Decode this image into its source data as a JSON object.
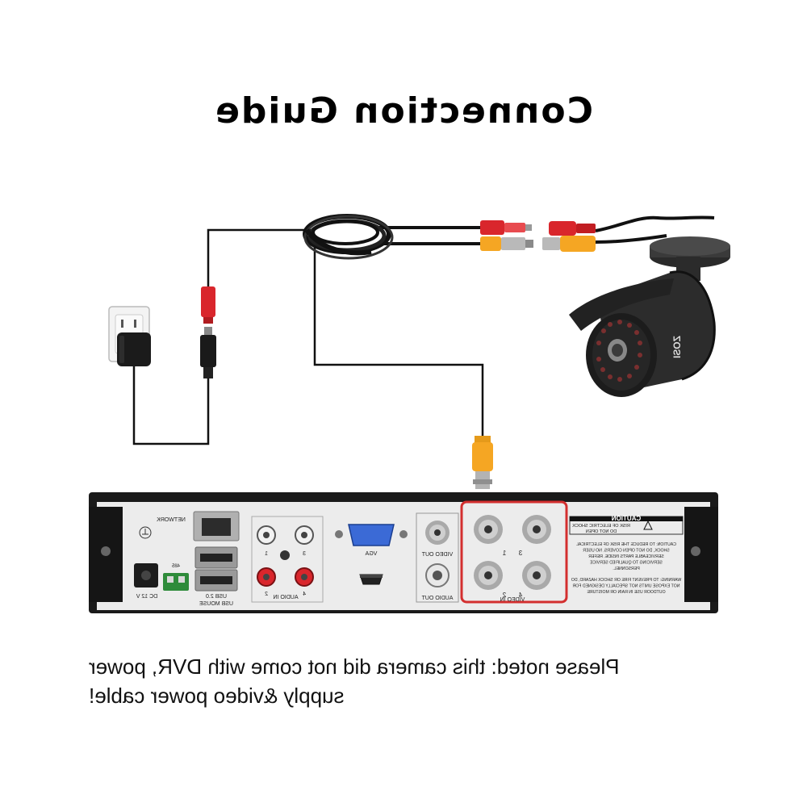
{
  "title": "Connection Guide",
  "note": {
    "line1": "Please noted: this camera did not come with DVR, power",
    "line2": "supply &video power cable!"
  },
  "camera": {
    "brand": "ZOSI"
  },
  "dvr": {
    "network_label": "NETWORK",
    "dc_label": "DC 12 V",
    "rs485_label": "485",
    "usb_label": "USB 2.0",
    "usb_mouse_label": "USB MOUSE",
    "audio_in_label": "AUDIO IN",
    "audio_numbers": [
      "1",
      "2",
      "3",
      "4"
    ],
    "vga_label": "VGA",
    "video_out_label": "VIDEO OUT",
    "audio_out_label": "AUDIO OUT",
    "video_in_label": "VIDEO IN",
    "video_in_numbers": [
      "1",
      "2",
      "3",
      "4"
    ],
    "caution_title": "CAUTION",
    "caution_sub1": "RISK OF ELECTRIC SHOCK",
    "caution_sub2": "DO NOT OPEN",
    "caution_lines": [
      "CAUTION: TO REDUCE THE RISK OF ELECTRICAL",
      "SHOCK, DO NOT OPEN COVERS. NO USER",
      "SERVICEABLE PARTS INSIDE. REFER",
      "SERVICING TO QUALIFIED SERVICE",
      "PERSONNEL."
    ],
    "warning_lines": [
      "WARNING: TO PREVENT FIRE OR SHOCK HAZARD, DO",
      "NOT EXPOSE UNITS NOT SPECIALLY DESIGNED FOR",
      "OUTDOOR USE IN RAIN OR MOISTURE"
    ]
  },
  "colors": {
    "cable": "#111111",
    "dc_red": "#d9262c",
    "bnc_yellow": "#f5a623",
    "highlight": "#d32f2f",
    "dvr_body": "#ececec",
    "dvr_frame": "#1a1a1a"
  }
}
